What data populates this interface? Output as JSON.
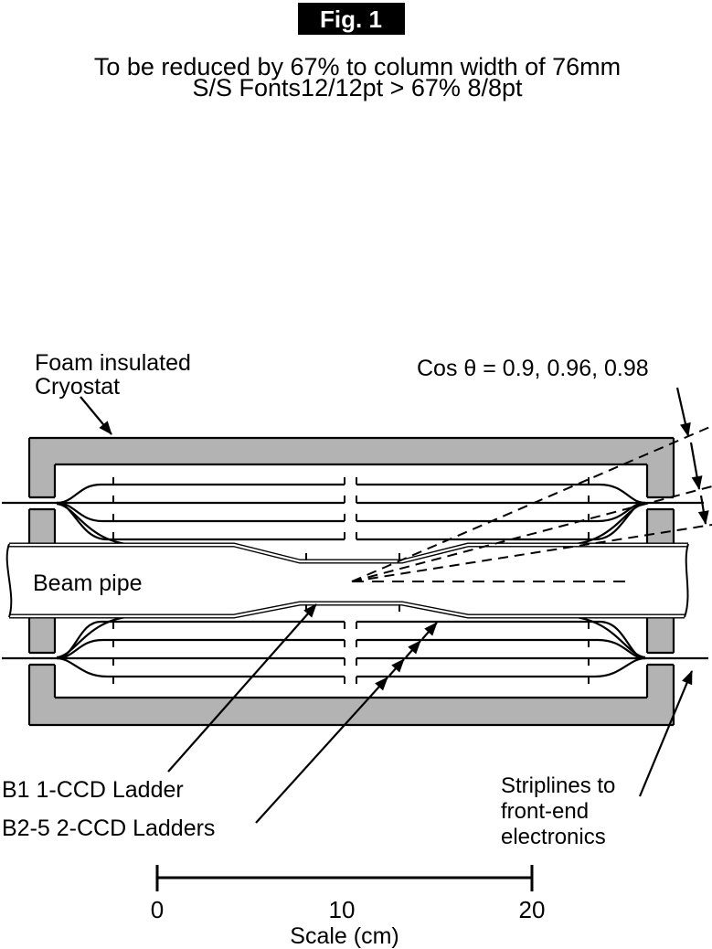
{
  "header": {
    "fig_label": "Fig. 1",
    "note_line1": "To be reduced by 67% to column width of 76mm",
    "note_line2": "S/S Fonts12/12pt > 67% 8/8pt"
  },
  "diagram": {
    "cryostat_label": {
      "line1": "Foam insulated",
      "line2": "Cryostat"
    },
    "cos_theta_label": "Cos θ = 0.9, 0.96, 0.98",
    "cos_theta_values": [
      "0.9",
      "0.96",
      "0.98"
    ],
    "beam_pipe_label": "Beam pipe",
    "b1_label": "B1 1-CCD Ladder",
    "b25_label": "B2-5 2-CCD Ladders",
    "striplines_label": {
      "line1": "Striplines to",
      "line2": "front-end",
      "line3": "electronics"
    },
    "colors": {
      "cryostat_gray": "#b3b3b3",
      "ink": "#000000",
      "paper": "#ffffff"
    }
  },
  "scale_bar": {
    "tick_labels": [
      "0",
      "10",
      "20"
    ],
    "caption": "Scale (cm)"
  }
}
